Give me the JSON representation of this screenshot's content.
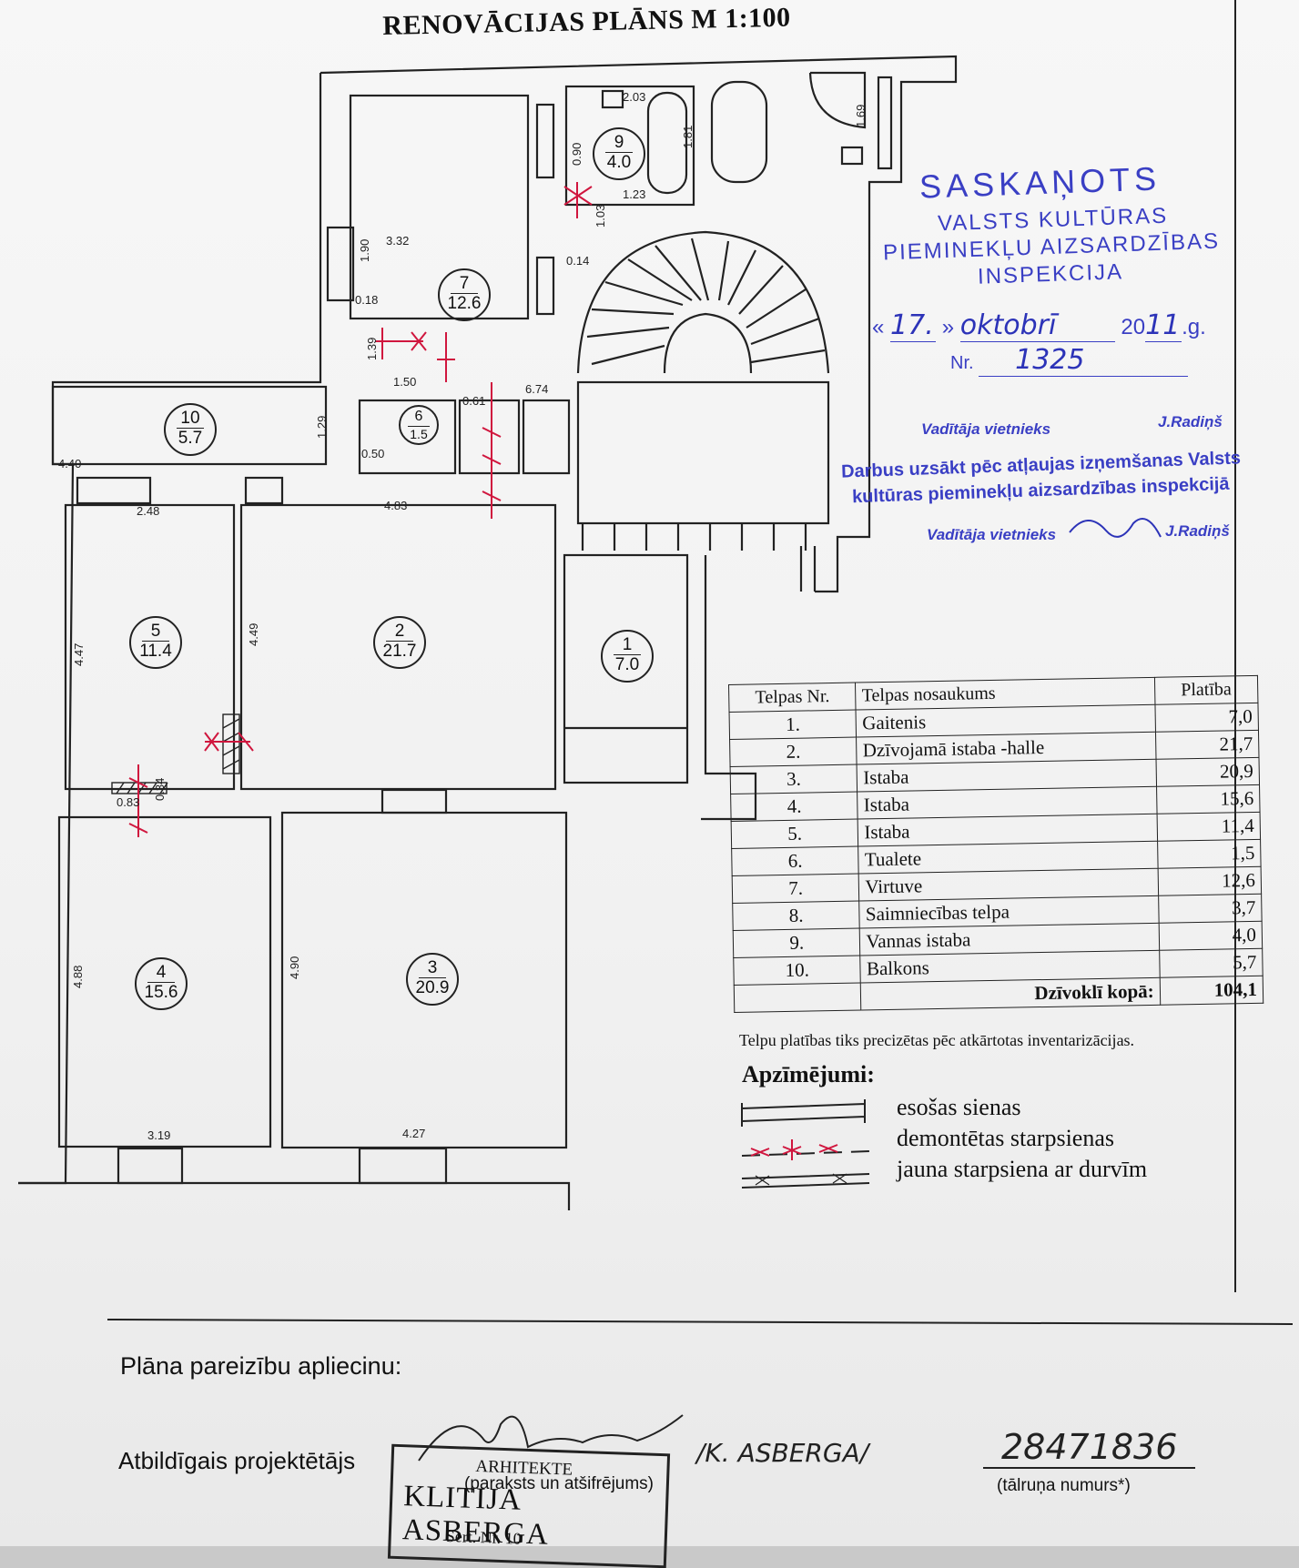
{
  "title": "RENOVĀCIJAS PLĀNS  M 1:100",
  "rooms": [
    {
      "nr": "1",
      "area": "7.0"
    },
    {
      "nr": "2",
      "area": "21.7"
    },
    {
      "nr": "3",
      "area": "20.9"
    },
    {
      "nr": "4",
      "area": "15.6"
    },
    {
      "nr": "5",
      "area": "11.4"
    },
    {
      "nr": "6",
      "area": "1.5"
    },
    {
      "nr": "7",
      "area": "12.6"
    },
    {
      "nr": "9",
      "area": "4.0"
    },
    {
      "nr": "10",
      "area": "5.7"
    }
  ],
  "dimensions": [
    "2.03",
    "1.81",
    "1.23",
    "1.69",
    "3.32",
    "1.90",
    "0.18",
    "1.39",
    "1.50",
    "1.29",
    "4.40",
    "0.50",
    "2.48",
    "4.83",
    "4.47",
    "4.49",
    "0.83",
    "0.34",
    "4.88",
    "4.90",
    "3.19",
    "4.27",
    "6.74",
    "0.90",
    "1.03",
    "0.14",
    "0.61"
  ],
  "stamp": {
    "heading": "SASKAŅOTS",
    "line1": "VALSTS KULTŪRAS",
    "line2": "PIEMINEKĻU AIZSARDZĪBAS",
    "line3": "INSPEKCIJA",
    "date_open": "«",
    "date_day": "17.",
    "date_close": "»",
    "date_month": "oktobrī",
    "date_year_prefix": "20",
    "date_year": "11",
    "date_suffix": ".g.",
    "nr_label": "Nr.",
    "nr_value": "1325",
    "deputy1": "Vadītāja vietnieks",
    "name1": "J.Radiņš",
    "notice_line1": "Darbus uzsākt pēc atļaujas izņemšanas Valsts",
    "notice_line2": "kultūras pieminekļu aizsardzības inspekcijā",
    "deputy2": "Vadītāja vietnieks",
    "name2": "J.Radiņš"
  },
  "table": {
    "headers": [
      "Telpas Nr.",
      "Telpas nosaukums",
      "Platība"
    ],
    "rows": [
      {
        "nr": "1.",
        "name": "Gaitenis",
        "area": "7,0"
      },
      {
        "nr": "2.",
        "name": "Dzīvojamā istaba -halle",
        "area": "21,7"
      },
      {
        "nr": "3.",
        "name": "Istaba",
        "area": "20,9"
      },
      {
        "nr": "4.",
        "name": "Istaba",
        "area": "15,6"
      },
      {
        "nr": "5.",
        "name": "Istaba",
        "area": "11,4"
      },
      {
        "nr": "6.",
        "name": "Tualete",
        "area": "1,5"
      },
      {
        "nr": "7.",
        "name": "Virtuve",
        "area": "12,6"
      },
      {
        "nr": "8.",
        "name": "Saimniecības telpa",
        "area": "3,7"
      },
      {
        "nr": "9.",
        "name": "Vannas istaba",
        "area": "4,0"
      },
      {
        "nr": "10.",
        "name": "Balkons",
        "area": "5,7"
      }
    ],
    "total_label": "Dzīvoklī kopā:",
    "total_value": "104,1"
  },
  "note": "Telpu platības tiks precizētas pēc atkārtotas inventarizācijas.",
  "legend": {
    "title": "Apzīmējumi:",
    "items": [
      "esošas sienas",
      "demontētas starpsienas",
      "jauna starpsiena ar durvīm"
    ]
  },
  "footer": {
    "certify": "Plāna pareizību apliecinu:",
    "designer_label": "Atbildīgais projektētājs",
    "signature_caption": "(paraksts un atšifrējums)",
    "designer_name_hand": "/K. ASBERGA/",
    "phone_hand": "28471836",
    "phone_caption": "(tālruņa numurs*)",
    "seal_top": "ARHITEKTE",
    "seal_name": "KLITIJA ASBERGA",
    "seal_cert": "Sert. Nr. 10"
  },
  "colors": {
    "stamp": "#3a3fc4",
    "demolished": "#d0163e",
    "ink": "#222222"
  }
}
